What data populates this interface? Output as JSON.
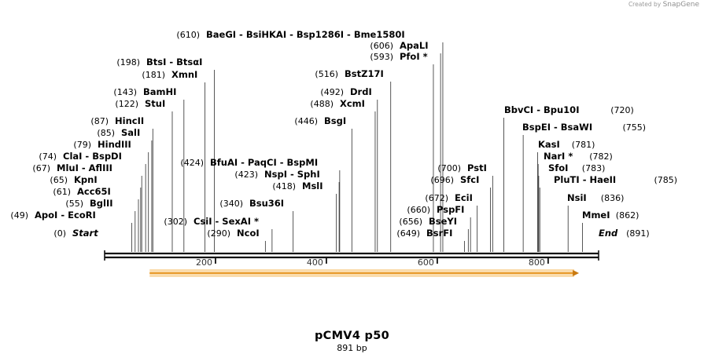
{
  "watermark": {
    "prefix": "Created by",
    "brand": "SnapGene"
  },
  "map": {
    "title": "pCMV4 p50",
    "length_label": "891 bp",
    "total_bp": 891,
    "ticks": [
      "200",
      "400",
      "600",
      "800"
    ],
    "feature": {
      "direction": "forward",
      "start": 50,
      "end": 850,
      "color": "#f5c06a"
    },
    "enzymes": [
      {
        "name": "BaeGI",
        "extra": [
          "BsiHKAI",
          "Bsp1286I",
          "Bme1580I"
        ],
        "pos": "(610)",
        "side": "left"
      },
      {
        "name": "ApaLI",
        "pos": "(606)",
        "side": "left"
      },
      {
        "name": "PfoI *",
        "pos": "(593)",
        "side": "left"
      },
      {
        "name": "BtsI",
        "extra": [
          "BtsαI"
        ],
        "pos": "(198)",
        "side": "left"
      },
      {
        "name": "XmnI",
        "pos": "(181)",
        "side": "left"
      },
      {
        "name": "BstZ17I",
        "pos": "(516)",
        "side": "left"
      },
      {
        "name": "BamHI",
        "pos": "(143)",
        "side": "left"
      },
      {
        "name": "DrdI",
        "pos": "(492)",
        "side": "left"
      },
      {
        "name": "StuI",
        "pos": "(122)",
        "side": "left"
      },
      {
        "name": "XcmI",
        "pos": "(488)",
        "side": "left"
      },
      {
        "name": "BbvCI",
        "extra": [
          "Bpu10I"
        ],
        "pos": "(720)",
        "side": "right"
      },
      {
        "name": "HincII",
        "pos": "(87)",
        "side": "left"
      },
      {
        "name": "BsgI",
        "pos": "(446)",
        "side": "left"
      },
      {
        "name": "SalI",
        "pos": "(85)",
        "side": "left"
      },
      {
        "name": "BspEI",
        "extra": [
          "BsaWI"
        ],
        "pos": "(755)",
        "side": "right"
      },
      {
        "name": "HindIII",
        "pos": "(79)",
        "side": "left"
      },
      {
        "name": "KasI",
        "pos": "(781)",
        "side": "right"
      },
      {
        "name": "ClaI",
        "extra": [
          "BspDI"
        ],
        "pos": "(74)",
        "side": "left"
      },
      {
        "name": "NarI *",
        "pos": "(782)",
        "side": "right"
      },
      {
        "name": "BfuAI",
        "extra": [
          "PaqCI",
          "BspMI"
        ],
        "pos": "(424)",
        "side": "left"
      },
      {
        "name": "MluI",
        "extra": [
          "AflIII"
        ],
        "pos": "(67)",
        "side": "left"
      },
      {
        "name": "PstI",
        "pos": "(700)",
        "side": "left"
      },
      {
        "name": "SfoI",
        "pos": "(783)",
        "side": "right"
      },
      {
        "name": "NspI",
        "extra": [
          "SphI"
        ],
        "pos": "(423)",
        "side": "left"
      },
      {
        "name": "KpnI",
        "pos": "(65)",
        "side": "left"
      },
      {
        "name": "SfcI",
        "pos": "(696)",
        "side": "left"
      },
      {
        "name": "PluTI",
        "extra": [
          "HaeII"
        ],
        "pos": "(785)",
        "side": "right"
      },
      {
        "name": "MslI",
        "pos": "(418)",
        "side": "left"
      },
      {
        "name": "Acc65I",
        "pos": "(61)",
        "side": "left"
      },
      {
        "name": "EciI",
        "pos": "(672)",
        "side": "left"
      },
      {
        "name": "NsiI",
        "pos": "(836)",
        "side": "right"
      },
      {
        "name": "BglII",
        "pos": "(55)",
        "side": "left"
      },
      {
        "name": "Bsu36I",
        "pos": "(340)",
        "side": "left"
      },
      {
        "name": "PspFI",
        "pos": "(660)",
        "side": "left"
      },
      {
        "name": "ApoI",
        "extra": [
          "EcoRI"
        ],
        "pos": "(49)",
        "side": "left"
      },
      {
        "name": "MmeI",
        "pos": "(862)",
        "side": "right"
      },
      {
        "name": "BseYI",
        "pos": "(656)",
        "side": "left"
      },
      {
        "name": "CsiI",
        "extra": [
          "SexAI *"
        ],
        "pos": "(302)",
        "side": "left"
      },
      {
        "name": "Start",
        "pos": "(0)",
        "side": "left",
        "italic": true
      },
      {
        "name": "NcoI",
        "pos": "(290)",
        "side": "left"
      },
      {
        "name": "BsrFI",
        "pos": "(649)",
        "side": "left"
      },
      {
        "name": "End",
        "pos": "(891)",
        "side": "right",
        "italic": true
      }
    ]
  }
}
